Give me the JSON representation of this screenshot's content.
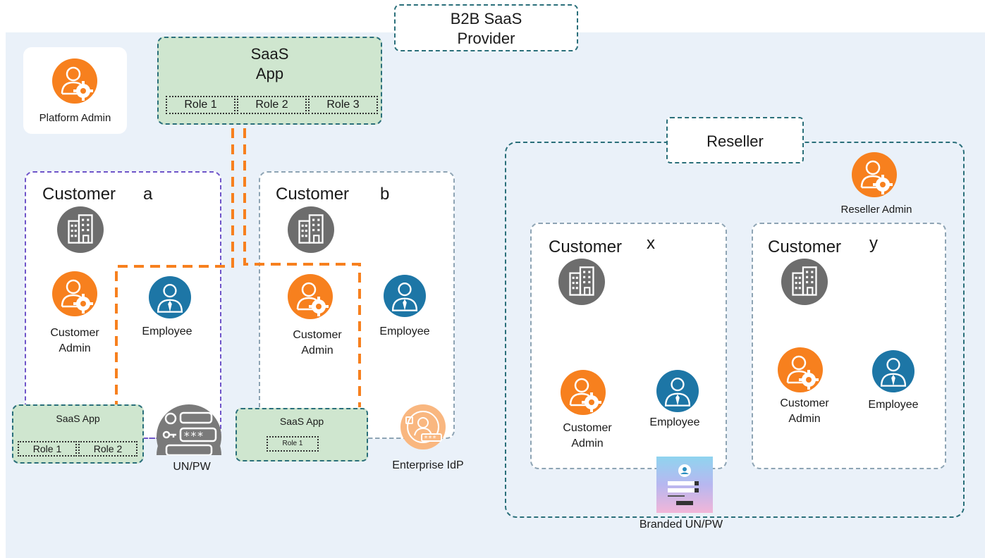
{
  "provider": {
    "line1": "B2B SaaS",
    "line2": "Provider"
  },
  "platform_admin": {
    "label": "Platform Admin"
  },
  "saas_app_main": {
    "line1": "SaaS",
    "line2": "App",
    "roles": [
      "Role 1",
      "Role 2",
      "Role 3"
    ]
  },
  "customer_a": {
    "title": "Customer",
    "letter": "a",
    "admin_line1": "Customer",
    "admin_line2": "Admin",
    "employee": "Employee",
    "app": {
      "title": "SaaS App",
      "roles": [
        "Role 1",
        "Role 2"
      ]
    },
    "auth": "UN/PW"
  },
  "customer_b": {
    "title": "Customer",
    "letter": "b",
    "admin_line1": "Customer",
    "admin_line2": "Admin",
    "employee": "Employee",
    "app": {
      "title": "SaaS App",
      "roles": [
        "Role 1"
      ]
    },
    "auth": "Enterprise IdP"
  },
  "reseller": {
    "title": "Reseller",
    "admin": "Reseller Admin",
    "auth": "Branded UN/PW"
  },
  "customer_x": {
    "title": "Customer",
    "letter": "x",
    "admin_line1": "Customer",
    "admin_line2": "Admin",
    "employee": "Employee"
  },
  "customer_y": {
    "title": "Customer",
    "letter": "y",
    "admin_line1": "Customer",
    "admin_line2": "Admin",
    "employee": "Employee"
  },
  "colors": {
    "admin": "#f7801e",
    "employee": "#1d76a6",
    "building": "#6d6d6d",
    "connector": "#f7801e",
    "app_fill": "#cfe6cf",
    "border_teal": "#2a6f7a"
  },
  "icons": [
    "admin-gear-icon",
    "employee-icon",
    "building-icon",
    "password-login-icon",
    "enterprise-idp-icon",
    "branded-login-screen-icon"
  ]
}
